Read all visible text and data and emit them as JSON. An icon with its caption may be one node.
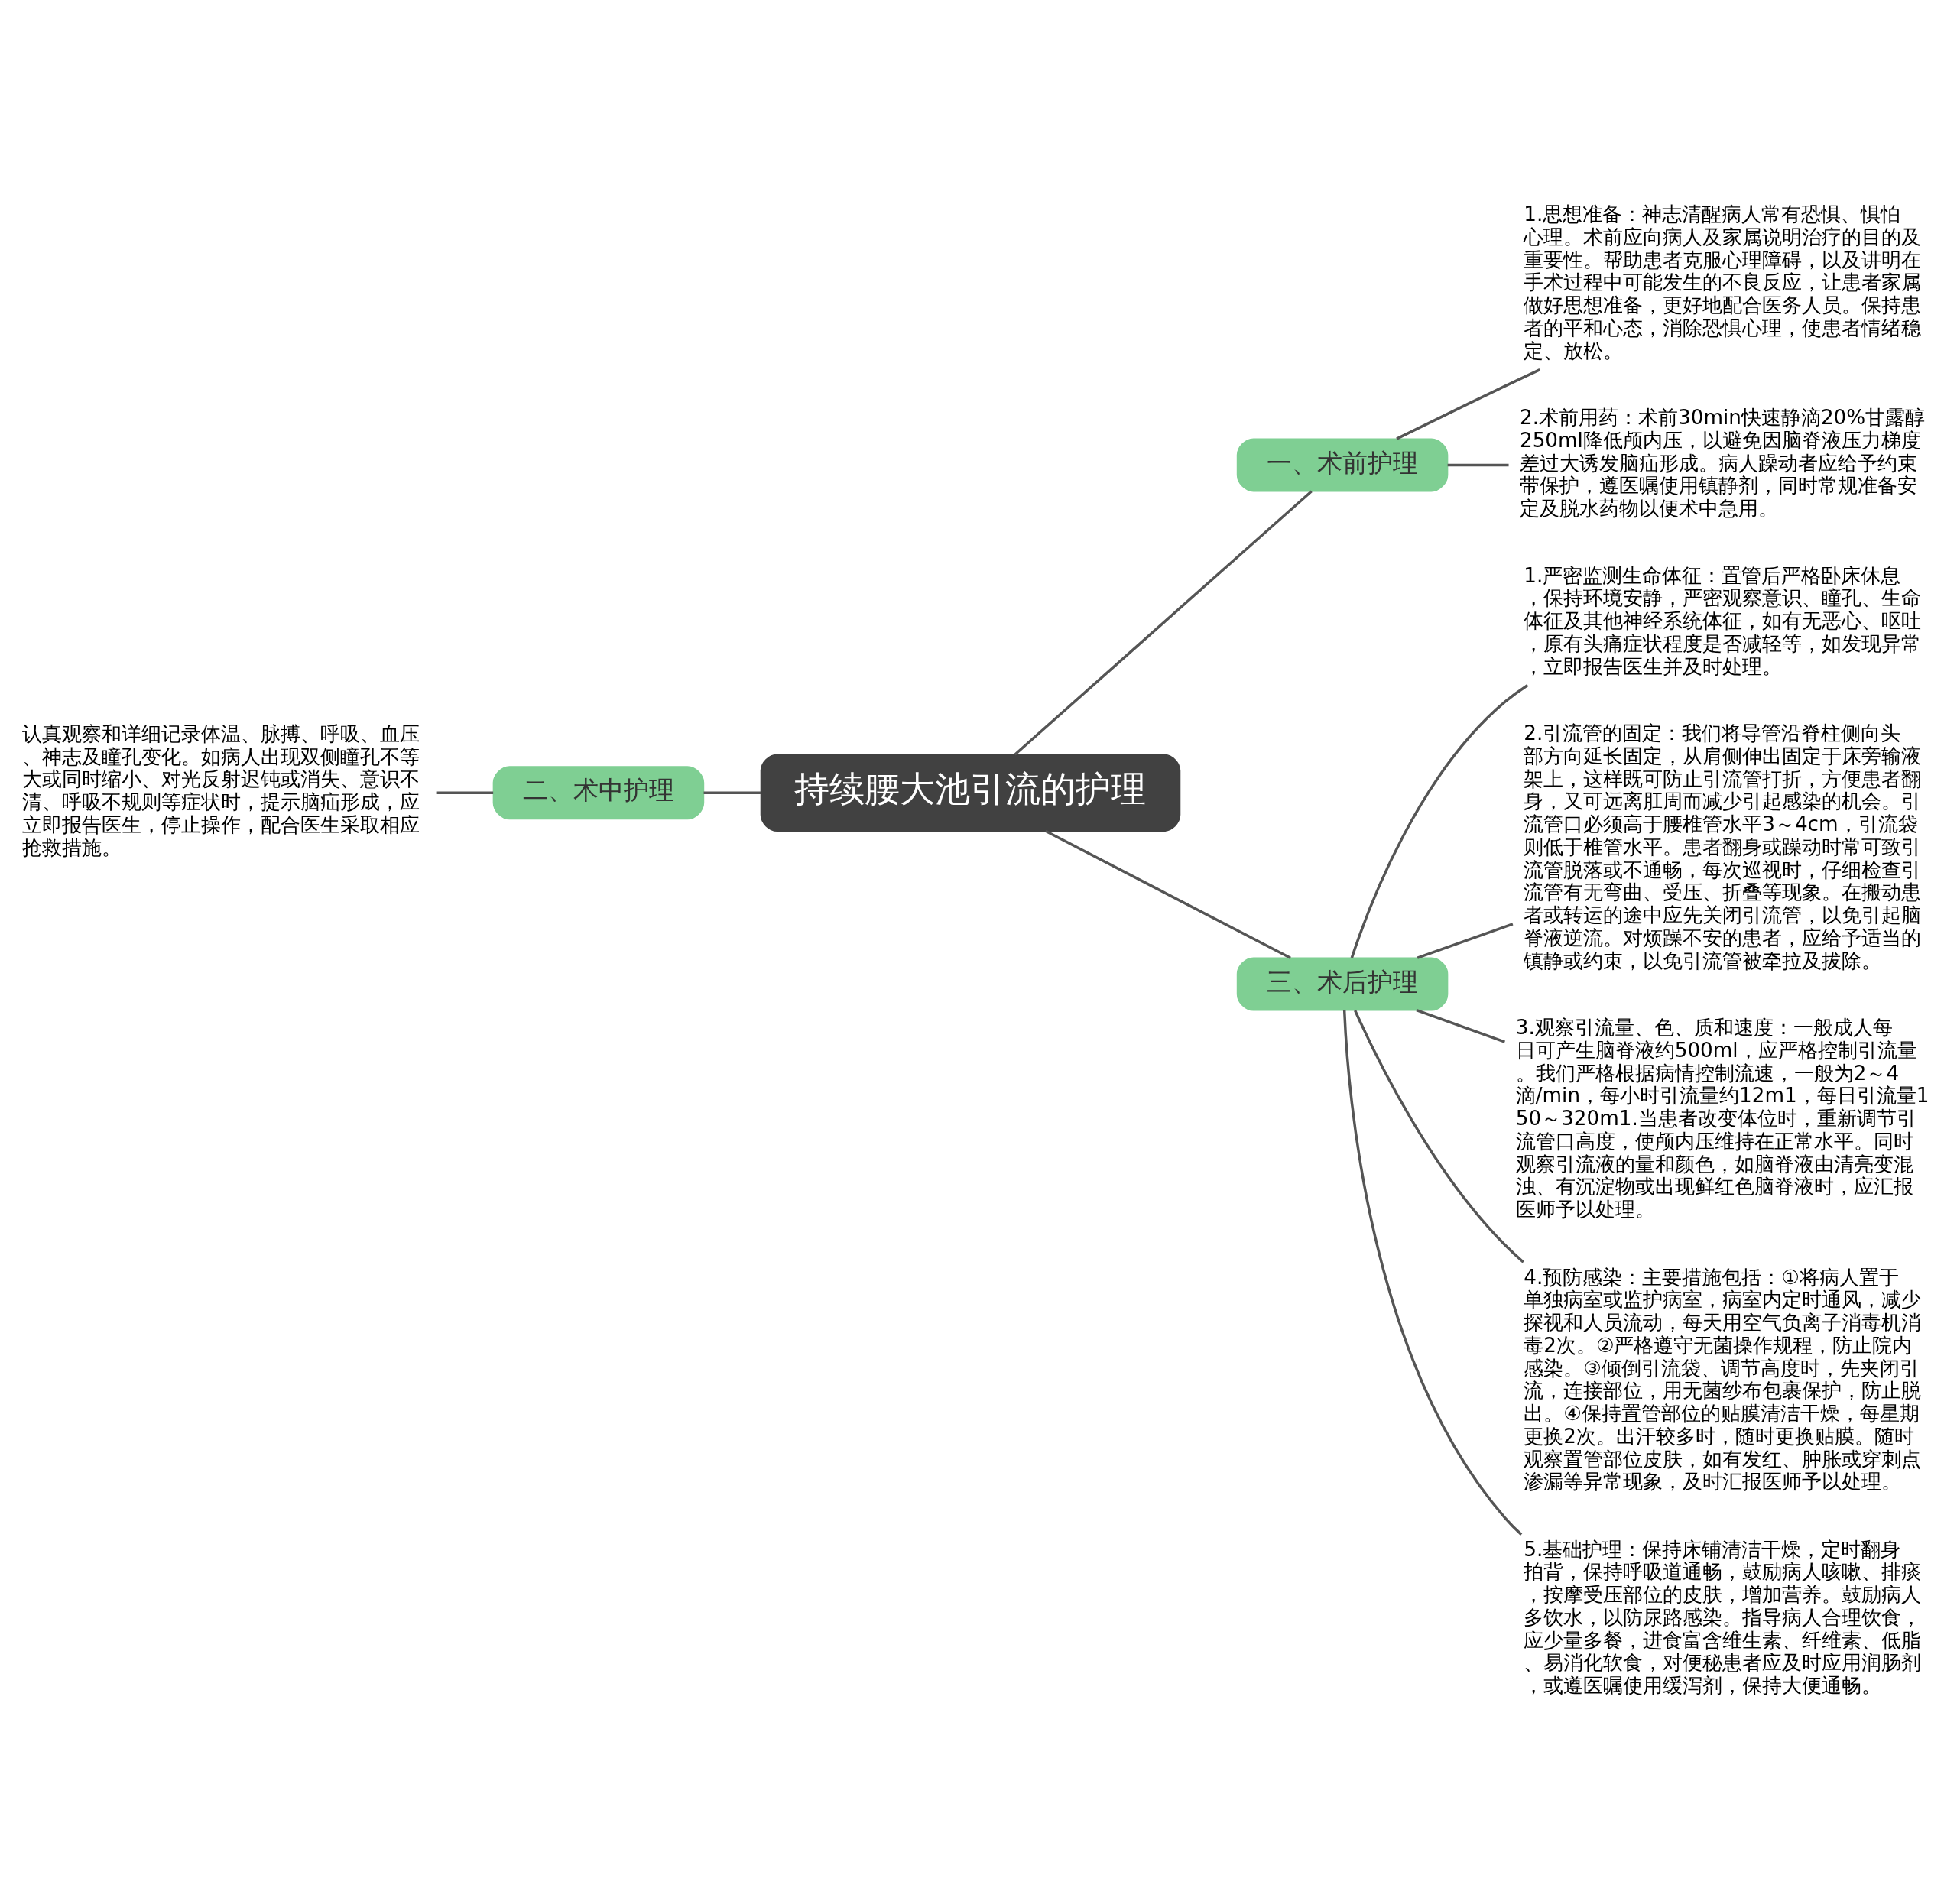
{
  "diagram": {
    "nodes": [
      {
        "text": [
          "持续腰大池引流的护理"
        ]
      },
      {
        "text": [
          "一、术前护理"
        ]
      },
      {
        "text": [
          "1.思想准备：神志清醒病人常有恐惧、惧怕心理。术前应向病人及家属说明治疗的目的及重要性。帮助患者克服心理障碍，以及讲明在手术过程中可能发生的不良反应，让患者家属做好思想准备，更好地配合医务人员。保持患者的平和心态，消除恐惧心理，使患者情绪稳定、放松。"
        ]
      },
      {
        "text": [
          "2.术前用药：术前30min快速静滴20%甘露醇250ml降低颅内压，以避免因脑脊液压力梯度差过大诱发脑疝形成。病人躁动者应给予约束带保护，遵医嘱使用镇静剂，同时常规准备安定及脱水药物以便术中急用。"
        ]
      },
      {
        "text": [
          "二、术中护理"
        ]
      },
      {
        "text": [
          "认真观察和详细记录体温、脉搏、呼吸、血压、神志及瞳孔变化。如病人出现双侧瞳孔不等大或同时缩小、对光反射迟钝或消失、意识不清、呼吸不规则等症状时，提示脑疝形成，应立即报告医生，停止操作，配合医生采取相应抢救措施。"
        ]
      },
      {
        "text": [
          "三、术后护理"
        ]
      },
      {
        "text": [
          "1.严密监测生命体征：置管后严格卧床休息，保持环境安静，严密观察意识、瞳孔、生命体征及其他神经系统体征，如有无恶心、呕吐，原有头痛症状程度是否减轻等，如发现异常，立即报告医生并及时处理。"
        ]
      },
      {
        "text": [
          "2.引流管的固定：我们将导管沿脊柱侧向头部方向延长固定，从肩侧伸出固定于床旁输液架上，这样既可防止引流管打折，方便患者翻身，又可远离肛周而减少引起感染的机会。引流管口必须高于腰椎管水平3～4cm，引流袋则低于椎管水平。患者翻身或躁动时常可致引流管脱落或不通畅，每次巡视时，仔细检查引流管有无弯曲、受压、折叠等现象。在搬动患者或转运的途中应先关闭引流管，以免引起脑脊液逆流。对烦躁不安的患者，应给予适当的镇静或约束，以免引流管被牵拉及拔除。"
        ]
      },
      {
        "text": [
          "3.观察引流量、色、质和速度：一般成人每日可产生脑脊液约500ml，应严格控制引流量。我们严格根据病情控制流速，一般为2～4滴/min，每小时引流量约12m1，每日引流量150～320m1.当患者改变体位时，重新调节引流管口高度，使颅内压维持在正常水平。同时观察引流液的量和颜色，如脑脊液由清亮变混浊、有沉淀物或出现鲜红色脑脊液时，应汇报医师予以处理。"
        ]
      },
      {
        "text": [
          "4.预防感染：主要措施包括：①将病人置于单独病室或监护病室，病室内定时通风，减少探视和人员流动，每天用空气负离子消毒机消毒2次。②严格遵守无菌操作规程，防止院内感染。③倾倒引流袋、调节高度时，先夹闭引流，连接部位，用无菌纱布包裹保护，防止脱出。④保持置管部位的贴膜清洁干燥，每星期更换2次。出汗较多时，随时更换贴膜。随时观察置管部位皮肤，如有发红、肿胀或穿刺点渗漏等异常现象，及时汇报医师予以处理。"
        ]
      },
      {
        "text": [
          "5.基础护理：保持床铺清洁干燥，定时翻身拍背，保持呼吸道通畅，鼓励病人咳嗽、排痰，按摩受压部位的皮肤，增加营养。鼓励病人多饮水，以防尿路感染。指导病人合理饮食，应少量多餐，进食富含维生素、纤维素、低脂、易消化软食，对便秘患者应及时应用润肠剂，或遵医嘱使用缓泻剂，保持大便通畅。"
        ]
      }
    ],
    "edges": [
      {
        "from": 0,
        "to": 1,
        "arrow": "none"
      },
      {
        "from": 1,
        "to": 2,
        "arrow": "none"
      },
      {
        "from": 1,
        "to": 3,
        "arrow": "none"
      },
      {
        "from": 0,
        "to": 4,
        "arrow": "none"
      },
      {
        "from": 4,
        "to": 5,
        "arrow": "none"
      },
      {
        "from": 0,
        "to": 6,
        "arrow": "none"
      },
      {
        "from": 6,
        "to": 7,
        "arrow": "none"
      },
      {
        "from": 6,
        "to": 8,
        "arrow": "none"
      },
      {
        "from": 6,
        "to": 9,
        "arrow": "none"
      },
      {
        "from": 6,
        "to": 10,
        "arrow": "none"
      },
      {
        "from": 6,
        "to": 11,
        "arrow": "none"
      }
    ]
  }
}
